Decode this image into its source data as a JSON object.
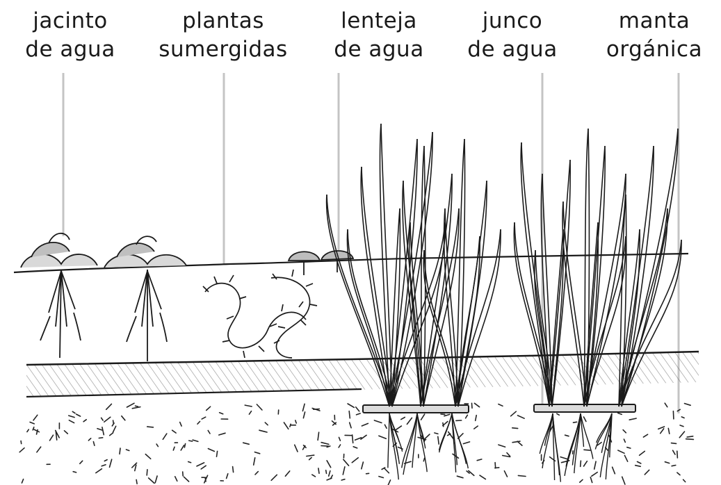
{
  "labels": [
    {
      "line1": "jacinto",
      "line2": "de agua"
    },
    {
      "line1": "plantas",
      "line2": "sumergidas"
    },
    {
      "line1": "lenteja",
      "line2": "de agua"
    },
    {
      "line1": "junco",
      "line2": "de agua"
    },
    {
      "line1": "manta",
      "line2": "orgánica"
    }
  ],
  "colors": {
    "ink": "#1a1a1a",
    "leader": "#c4c4c4",
    "background": "#ffffff"
  }
}
